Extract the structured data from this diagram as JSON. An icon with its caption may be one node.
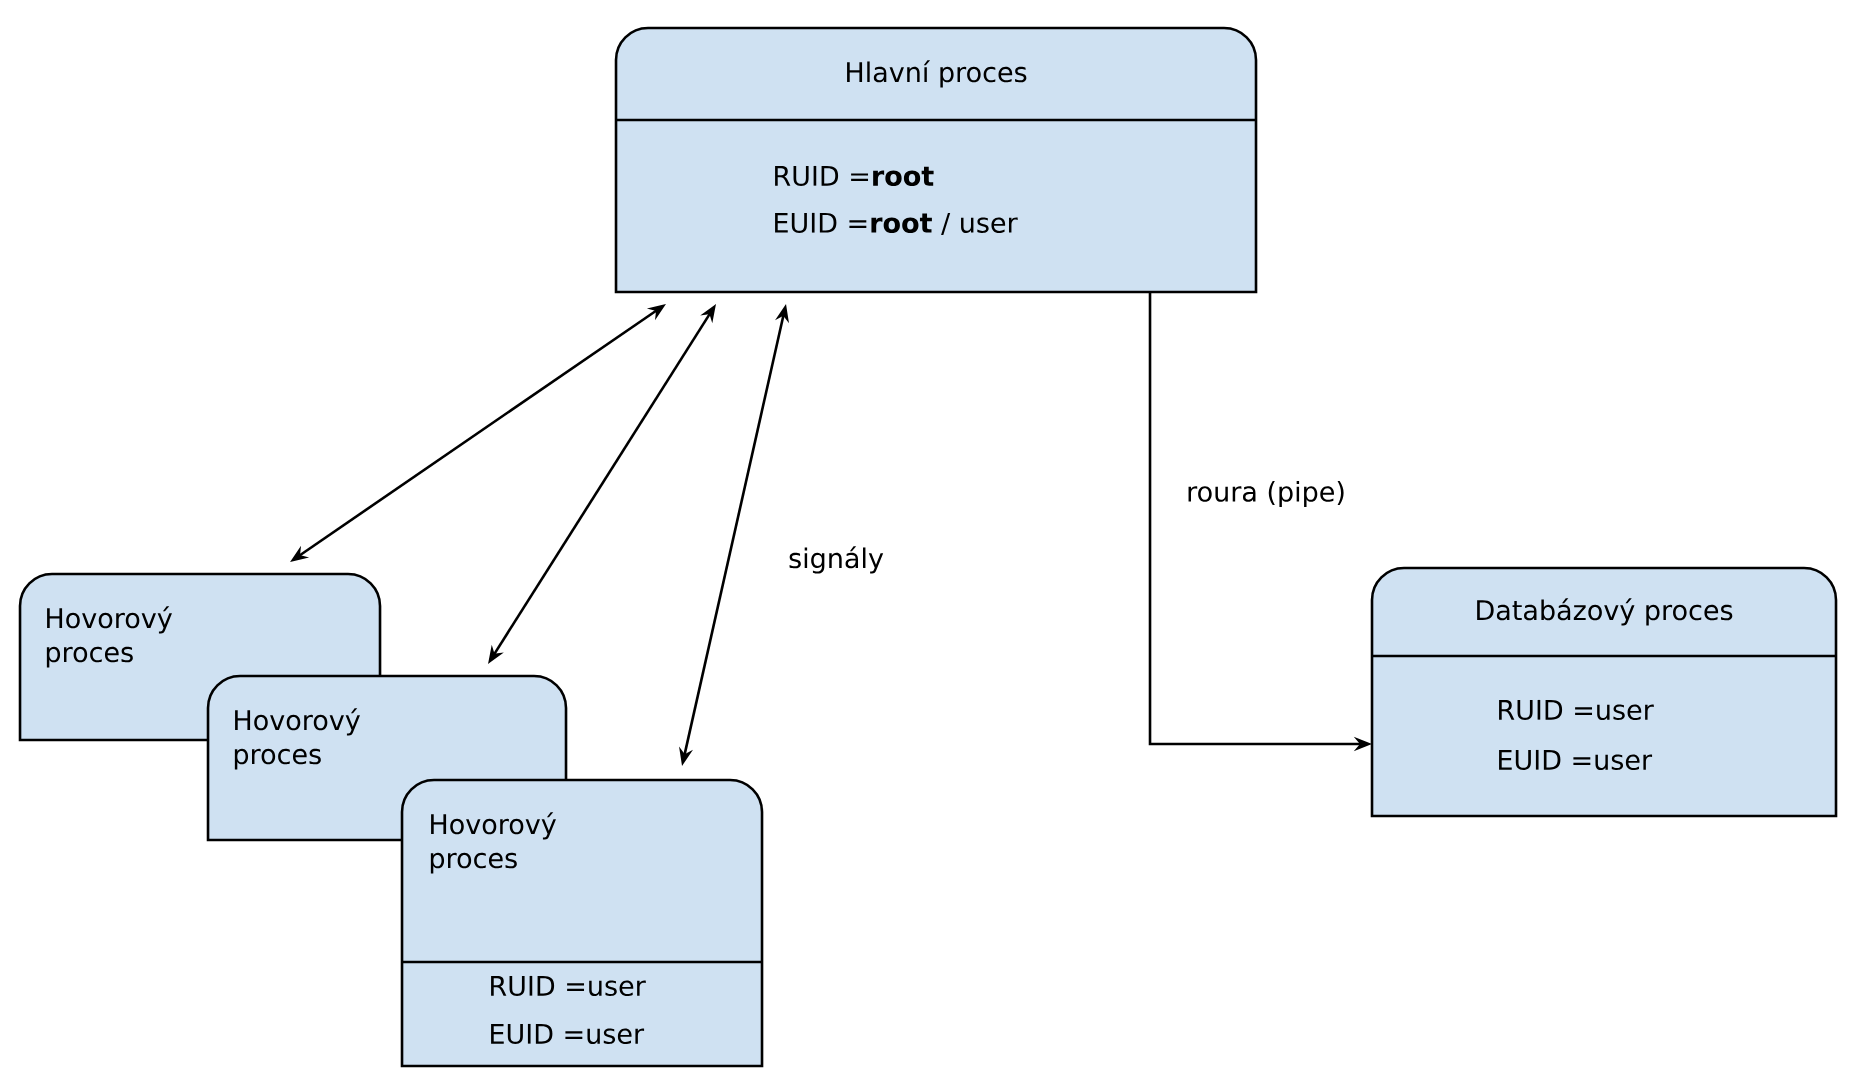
{
  "diagram": {
    "nodes": [
      {
        "text": [
          "Hlavní proces",
          "RUID =**root**",
          "EUID =**root** / user"
        ]
      },
      {
        "text": [
          "Hovorový proces"
        ]
      },
      {
        "text": [
          "Hovorový proces"
        ]
      },
      {
        "text": [
          "Hovorový proces",
          "RUID =user",
          "EUID =user"
        ]
      },
      {
        "text": [
          "Databázový proces",
          "RUID =user",
          "EUID =user"
        ]
      }
    ],
    "edges": [
      {
        "from": 0,
        "to": 1,
        "arrow": "both"
      },
      {
        "from": 0,
        "to": 2,
        "arrow": "both"
      },
      {
        "from": 0,
        "to": 3,
        "arrow": "both",
        "label": "signály"
      },
      {
        "from": 0,
        "to": 4,
        "arrow": "to",
        "label": "roura (pipe)"
      }
    ]
  }
}
